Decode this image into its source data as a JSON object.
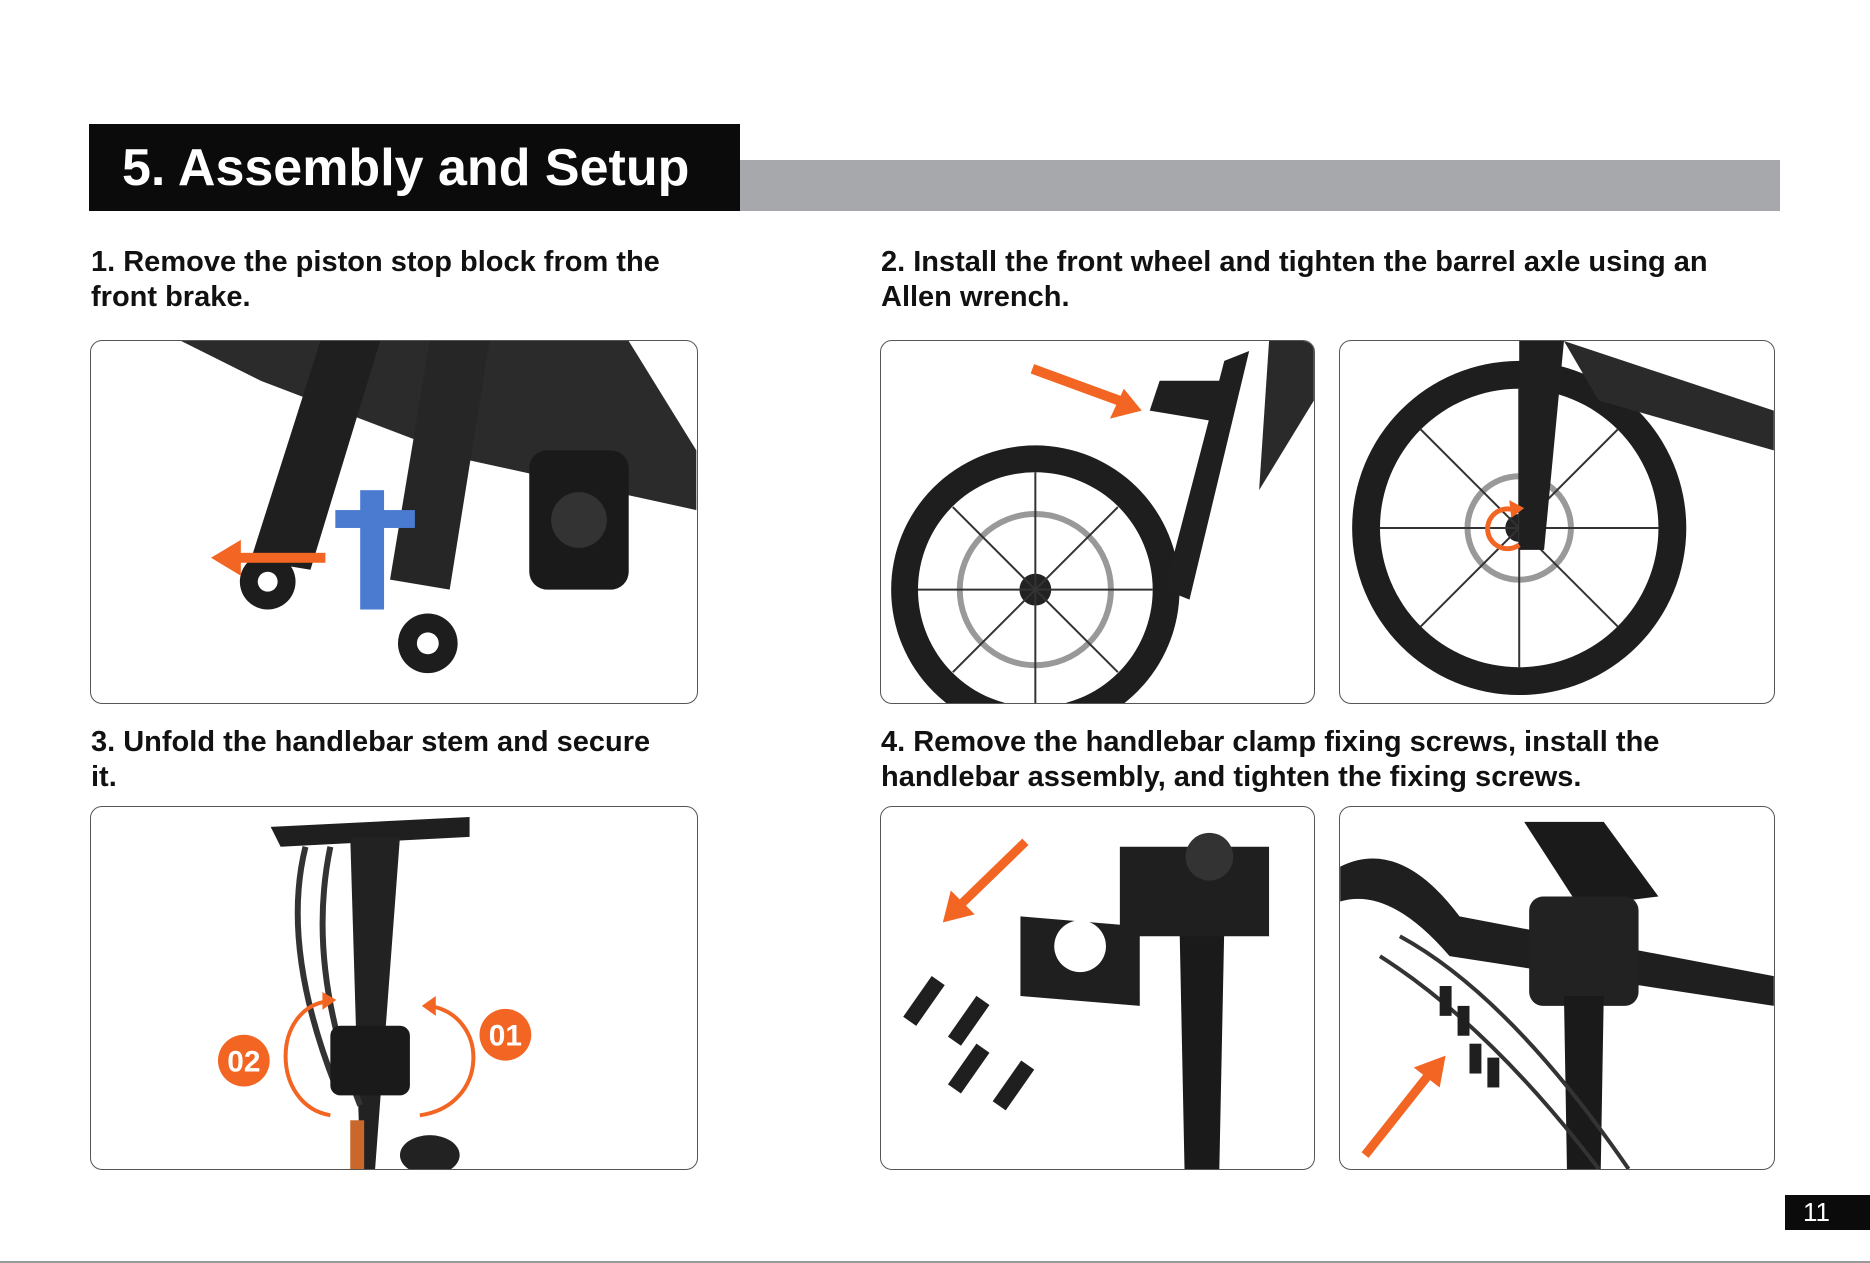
{
  "header": {
    "title": "5. Assembly and Setup"
  },
  "steps": [
    {
      "text": "1. Remove the piston stop block from the front brake."
    },
    {
      "text": "2. Install the front wheel and tighten the barrel axle using an Allen wrench."
    },
    {
      "text": "3. Unfold the handlebar stem and secure it."
    },
    {
      "text": "4. Remove the handlebar clamp fixing screws, install the handlebar assembly, and tighten the fixing screws."
    }
  ],
  "badges": {
    "first": "01",
    "second": "02"
  },
  "page_number": "11",
  "colors": {
    "accent": "#f26522",
    "blue_block": "#4a7bd0",
    "header_bar": "#0b0b0b",
    "header_gray": "#a7a8ab"
  }
}
